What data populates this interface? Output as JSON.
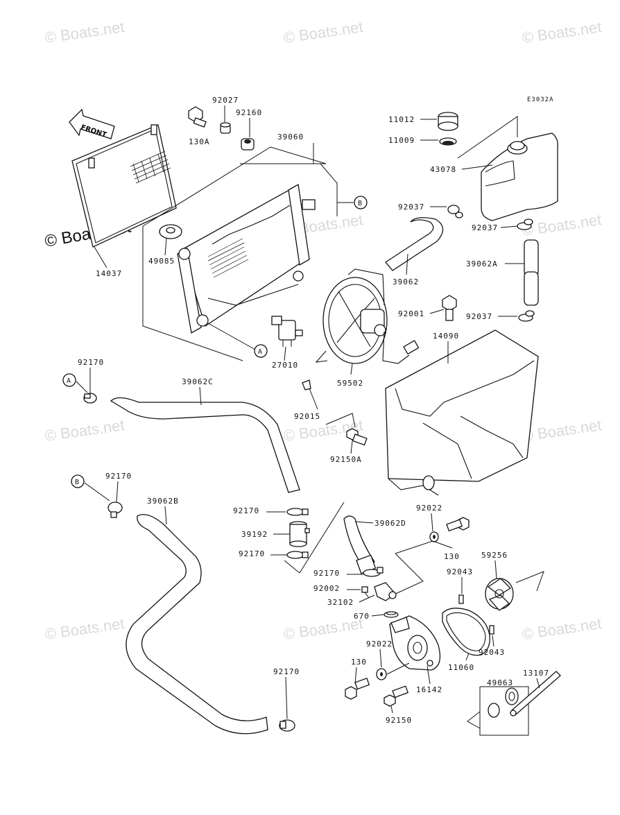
{
  "diagram": {
    "code": "E3032A",
    "front_label": "FRONT",
    "watermark": "© Boats.net",
    "callouts": {
      "a": "A",
      "b": "B"
    }
  },
  "parts": {
    "p92027": "92027",
    "p92160": "92160",
    "p130A": "130A",
    "p39060": "39060",
    "p11012": "11012",
    "p11009": "11009",
    "p43078": "43078",
    "p92037_top": "92037",
    "p92037_mid": "92037",
    "p92037_low": "92037",
    "p39062": "39062",
    "p39062A": "39062A",
    "p14037": "14037",
    "p49085": "49085",
    "p92001": "92001",
    "p27010": "27010",
    "p59502": "59502",
    "p14090": "14090",
    "p92170_a": "92170",
    "p39062C": "39062C",
    "p92015": "92015",
    "p92150A": "92150A",
    "p92170_b": "92170",
    "p39062B": "39062B",
    "p92170_c": "92170",
    "p39062D": "39062D",
    "p92022_top": "92022",
    "p39192": "39192",
    "p92170_d": "92170",
    "p130_top": "130",
    "p59256": "59256",
    "p92170_e": "92170",
    "p92043_top": "92043",
    "p92002": "92002",
    "p32102": "32102",
    "p670": "670",
    "p92022_bot": "92022",
    "p92043_bot": "92043",
    "p11060": "11060",
    "p49063": "49063",
    "p13107": "13107",
    "p130_bot": "130",
    "p16142": "16142",
    "p92170_f": "92170",
    "p92150": "92150"
  }
}
